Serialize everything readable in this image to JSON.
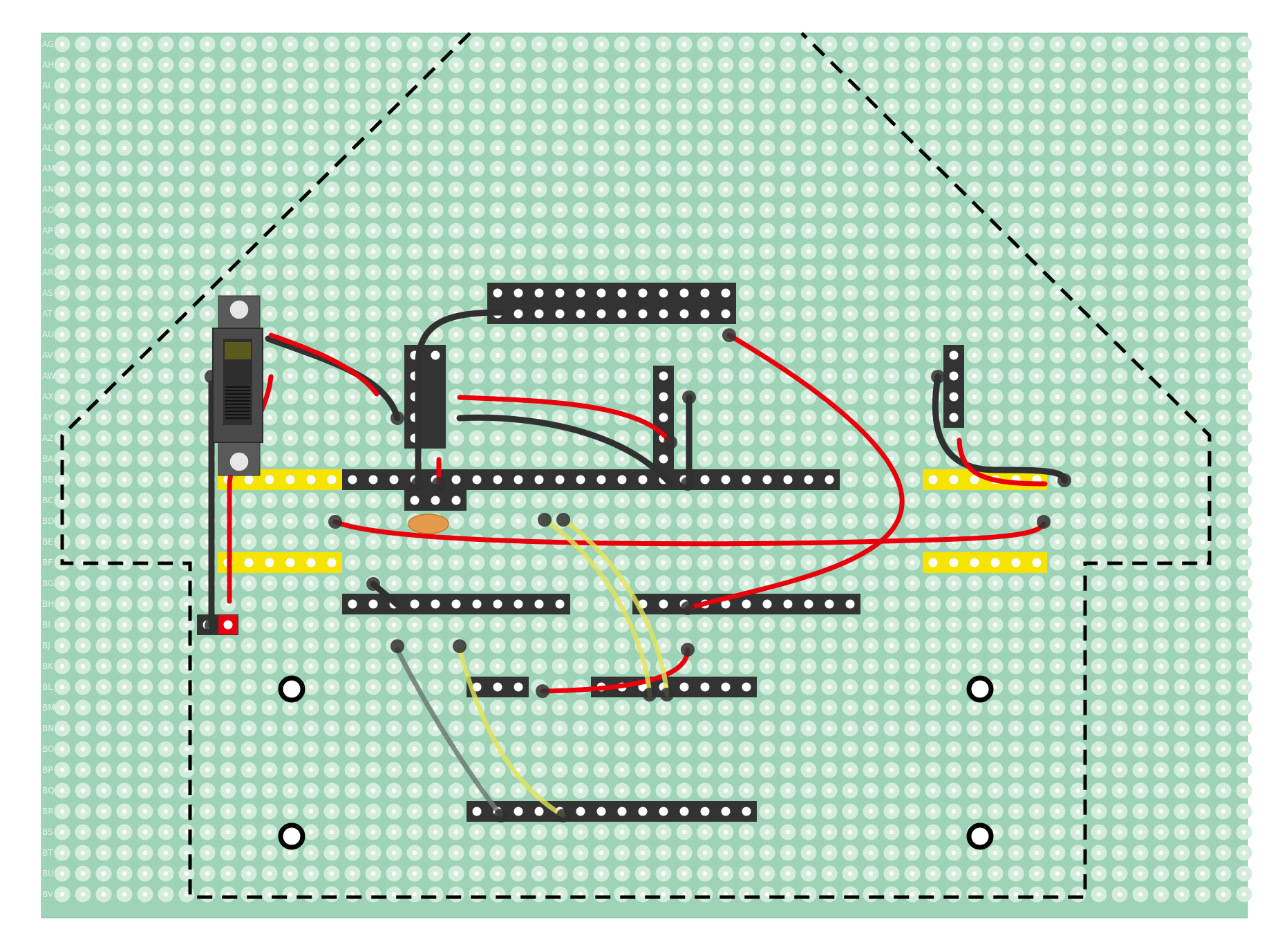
{
  "board": {
    "color": "#9fd3b8",
    "pad_outer": "#d4ecdc",
    "pad_inner": "#ffffff",
    "row_label_color": "#e6f4ea",
    "row_labels": [
      "AG",
      "AH",
      "AI",
      "AJ",
      "AK",
      "AL",
      "AM",
      "AN",
      "AO",
      "AP",
      "AQ",
      "AR",
      "AS",
      "AT",
      "AU",
      "AV",
      "AW",
      "AX",
      "AY",
      "AZ",
      "BA",
      "BB",
      "BC",
      "BD",
      "BE",
      "BF",
      "BG",
      "BH",
      "BI",
      "BJ",
      "BK",
      "BL",
      "BM",
      "BN",
      "BO",
      "BP",
      "BQ",
      "BR",
      "BS",
      "BT",
      "BU",
      "BV"
    ]
  },
  "colors": {
    "header": "#333333",
    "header_yellow": "#f5e400",
    "wire_red": "#e8000c",
    "wire_black": "#303030",
    "wire_yellow": "#e4e45a",
    "wire_gray": "#6b7b70",
    "outline": "#000000",
    "capacitor": "#e39a4a"
  },
  "icons": {
    "switch": "slide-switch-icon",
    "mounting_hole": "mounting-hole-icon",
    "capacitor": "capacitor-icon"
  }
}
